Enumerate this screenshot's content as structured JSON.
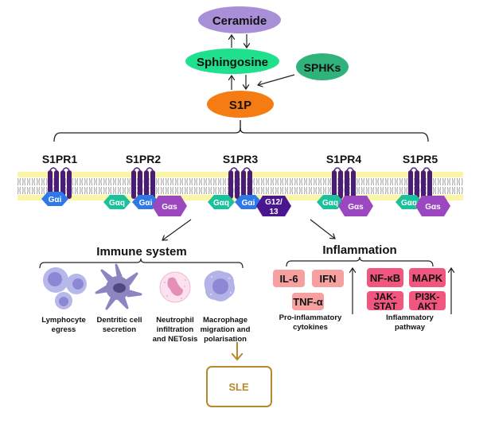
{
  "colors": {
    "ceramide": "#a98fd8",
    "sphingosine": "#1fe08c",
    "sphks": "#2fb37a",
    "s1p": "#f57c12",
    "membrane": "#fbf5a6",
    "receptor": "#4b1b78",
    "gai": "#2f78e8",
    "gaq": "#19c29a",
    "gas": "#9a47c0",
    "g1213": "#4a168f",
    "cytokine": "#f6a0a0",
    "pathway": "#f0567e",
    "sle": "#b58a2e"
  },
  "metabolism": {
    "ceramide": "Ceramide",
    "sphingosine": "Sphingosine",
    "sphks": "SPHKs",
    "s1p": "S1P"
  },
  "receptors": [
    {
      "name": "S1PR1",
      "proteins": [
        "Gαi"
      ]
    },
    {
      "name": "S1PR2",
      "proteins": [
        "Gαq",
        "Gαi",
        "Gαs"
      ]
    },
    {
      "name": "S1PR3",
      "proteins": [
        "Gαq",
        "Gαi",
        "G12/13"
      ]
    },
    {
      "name": "S1PR4",
      "proteins": [
        "Gαq",
        "Gαs"
      ]
    },
    {
      "name": "S1PR5",
      "proteins": [
        "Gαq",
        "Gαs"
      ]
    }
  ],
  "immune": {
    "title": "Immune system",
    "cells": [
      {
        "label": [
          "Lymphocyte",
          "egress"
        ]
      },
      {
        "label": [
          "Dentritic cell",
          "secretion"
        ]
      },
      {
        "label": [
          "Neutrophil",
          "infiltration",
          "and NETosis"
        ]
      },
      {
        "label": [
          "Macrophage",
          "migration and",
          "polarisation"
        ]
      }
    ]
  },
  "inflammation": {
    "title": "Inflammation",
    "cytokines": [
      "IL-6",
      "IFN",
      "TNF-α"
    ],
    "cytokines_label": [
      "Pro-inflammatory",
      "cytokines"
    ],
    "pathways": [
      "NF-κB",
      "MAPK",
      "JAK-\nSTAT",
      "PI3K-\nAKT"
    ],
    "pathways_label": [
      "Inflammatory",
      "pathway"
    ]
  },
  "outcome": "SLE"
}
